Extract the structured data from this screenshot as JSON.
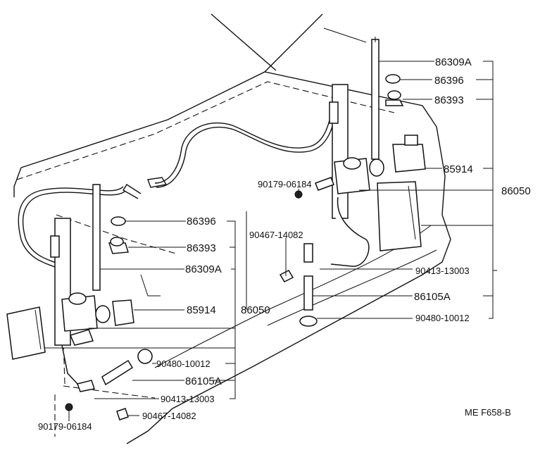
{
  "diagram_code": "ME F658-B",
  "right_assembly": {
    "part_86309A": "86309A",
    "part_86396": "86396",
    "part_86393": "86393",
    "part_85914": "85914",
    "part_86050": "86050",
    "part_90179": "90179-06184",
    "part_90467": "90467-14082",
    "part_90413": "90413-13003",
    "part_86105A": "86105A",
    "part_90480": "90480-10012"
  },
  "left_assembly": {
    "part_86396": "86396",
    "part_86393": "86393",
    "part_86309A": "86309A",
    "part_85914": "85914",
    "part_86050": "86050",
    "part_90480": "90480-10012",
    "part_86105A": "86105A",
    "part_90413": "90413-13003",
    "part_90179": "90179-06184",
    "part_90467": "90467-14082"
  }
}
